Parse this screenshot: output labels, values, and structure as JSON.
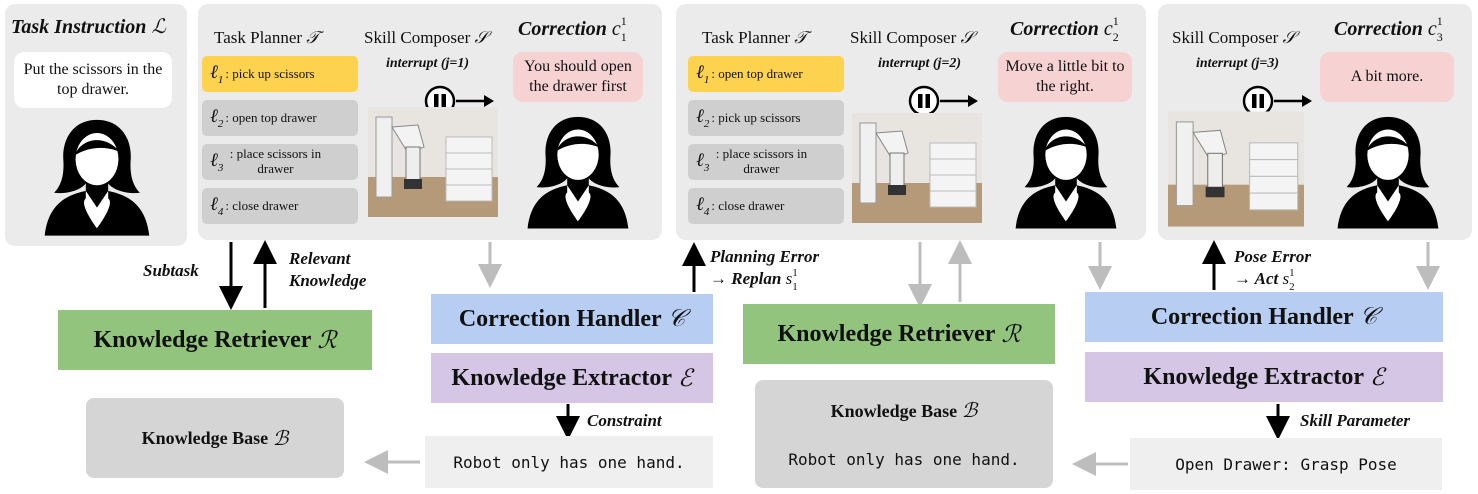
{
  "task_instruction": {
    "title": "Task Instruction",
    "symbol": "ℒ",
    "speech": "Put the scissors in the top drawer."
  },
  "panel1": {
    "planner_title": "Task Planner",
    "planner_symbol": "𝒯",
    "composer_title": "Skill Composer",
    "composer_symbol": "𝒮",
    "interrupt": "interrupt (j=1)",
    "correction_title": "Correction",
    "correction_symbol": "c",
    "correction_sup": "1",
    "correction_sub": "1",
    "correction_text": "You should open the drawer first",
    "steps": [
      {
        "idx": "1",
        "text": ": pick up scissors",
        "active": true
      },
      {
        "idx": "2",
        "text": ": open top drawer",
        "active": false
      },
      {
        "idx": "3",
        "text": ": place scissors  in drawer",
        "active": false
      },
      {
        "idx": "4",
        "text": " : close drawer",
        "active": false
      }
    ]
  },
  "panel2": {
    "planner_title": "Task Planner",
    "planner_symbol": "𝒯",
    "composer_title": "Skill Composer",
    "composer_symbol": "𝒮",
    "interrupt": "interrupt (j=2)",
    "correction_title": "Correction",
    "correction_symbol": "c",
    "correction_sup": "1",
    "correction_sub": "2",
    "correction_text": "Move a little bit to the right.",
    "steps": [
      {
        "idx": "1",
        "text": ": open top drawer",
        "active": true
      },
      {
        "idx": "2",
        "text": " : pick up scissors",
        "active": false
      },
      {
        "idx": "3",
        "text": ": place scissors  in drawer",
        "active": false
      },
      {
        "idx": "4",
        "text": " : close drawer",
        "active": false
      }
    ]
  },
  "panel3": {
    "composer_title": "Skill Composer",
    "composer_symbol": "𝒮",
    "interrupt": "interrupt (j=3)",
    "correction_title": "Correction",
    "correction_symbol": "c",
    "correction_sup": "1",
    "correction_sub": "3",
    "correction_text": "A bit more."
  },
  "edges": {
    "subtask": "Subtask",
    "relevant_knowledge": "Relevant Knowledge",
    "planning_error_line1": "Planning Error",
    "planning_error_line2": "→ Replan ",
    "planning_s": "s",
    "planning_s_sup": "1",
    "planning_s_sub": "1",
    "pose_error_line1": "Pose Error",
    "pose_error_line2": "→ Act ",
    "pose_s": "s",
    "pose_s_sup": "1",
    "pose_s_sub": "2",
    "constraint": "Constraint",
    "skill_parameter": "Skill Parameter"
  },
  "modules": {
    "knowledge_retriever_1": "Knowledge Retriever",
    "knowledge_retriever_2": "Knowledge Retriever",
    "retriever_symbol": "ℛ",
    "correction_handler_1": "Correction Handler",
    "correction_handler_2": "Correction Handler",
    "handler_symbol": "𝒞",
    "knowledge_extractor_1": "Knowledge Extractor",
    "knowledge_extractor_2": "Knowledge Extractor",
    "extractor_symbol": "ℰ",
    "knowledge_base_1": "Knowledge Base",
    "knowledge_base_2": "Knowledge Base",
    "base_symbol": "ℬ"
  },
  "code": {
    "constraint_text": "Robot only has one hand.",
    "kb_text": "Robot only has one hand.",
    "skill_param_text": "Open Drawer: Grasp Pose"
  },
  "colors": {
    "green": "#93c47d",
    "blue": "#b7cdf1",
    "purple": "#d5c6e6",
    "yellow": "#fcd24f",
    "pink": "#f6d2d3",
    "panel_gray": "#ebebeb",
    "kb_gray": "#d5d5d5",
    "arrow_gray": "#bdbdbd"
  }
}
